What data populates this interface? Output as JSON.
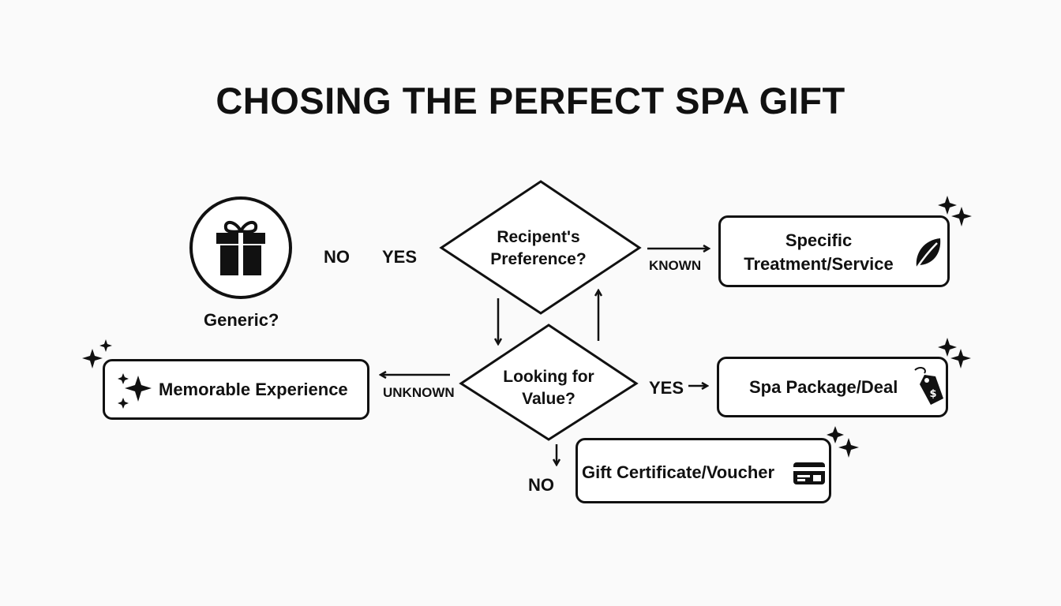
{
  "title": "CHOSING THE PERFECT SPA GIFT",
  "start": {
    "label": "Generic?",
    "icon": "gift-icon"
  },
  "branch_labels": {
    "no": "NO",
    "yes": "YES"
  },
  "decision_preference": {
    "line1": "Recipent's",
    "line2": "Preference?"
  },
  "decision_value": {
    "line1": "Looking for",
    "line2": "Value?"
  },
  "edge_labels": {
    "known": "KNOWN",
    "unknown": "UNKNOWN",
    "yes": "YES",
    "no": "NO"
  },
  "outcomes": {
    "specific": {
      "line1": "Specific",
      "line2": "Treatment/Service",
      "icon": "leaf-icon"
    },
    "memorable": {
      "label": "Memorable Experience",
      "icon": "sparkle-icon"
    },
    "package": {
      "label": "Spa Package/Deal",
      "icon": "price-tag-icon"
    },
    "voucher": {
      "label": "Gift Certificate/Voucher",
      "icon": "card-icon"
    }
  }
}
